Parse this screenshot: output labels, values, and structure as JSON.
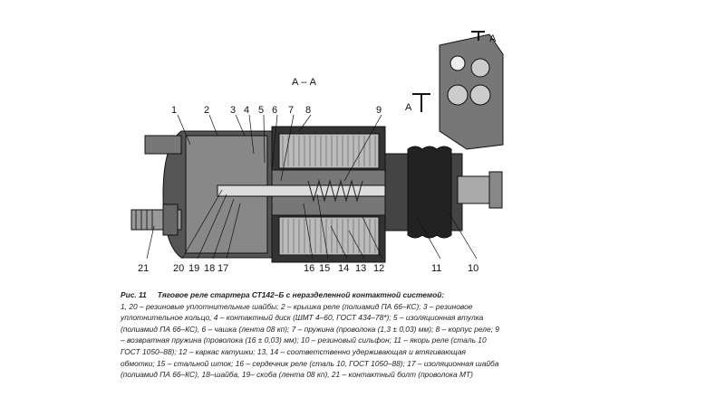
{
  "section_label": "А – А",
  "inset_labels": {
    "top": "А",
    "left": "А"
  },
  "part_numbers_top": [
    "1",
    "2",
    "3",
    "4",
    "5",
    "6",
    "7",
    "8",
    "9"
  ],
  "part_numbers_bottom": [
    "21",
    "20",
    "19",
    "18",
    "17",
    "16",
    "15",
    "14",
    "13",
    "12",
    "11",
    "10"
  ],
  "caption": {
    "figure": "Рис. 11",
    "title": "Тяговое реле стартера СТ142–Б с неразделенной контактной системой:",
    "body": "1, 20 – резиновые уплотнительные шайбы; 2 – крышка реле (полиамид ПА 66–КС); 3 – резиновое уплотнительное кольцо, 4 – контактный диск (ШМТ 4–60, ГОСТ 434–78*); 5 – изоляционная втулка (полиамид ПА 66–КС), 6 – чашка (лента 08 кп); 7 – пружина (проволока (1,3 ± 0,03) мм); 8 – корпус реле; 9 – возвратная пружина (проволока (16 ± 0,03) мм); 10 – резиновый сильфон; 11 – якорь реле (сталь 10 ГОСТ 1050–88); 12 – каркас катушки; 13, 14 – соответственно удерживающая и втягивающая обмотки; 15 – стальной шток; 16 – сердечник реле (сталь 10, ГОСТ 1050–88); 17 – изоляционная шайба (полиамид ПА 66–КС), 18–шайба, 19– скоба (лента 08 кп), 21 – контактный болт (проволока МТ)"
  }
}
